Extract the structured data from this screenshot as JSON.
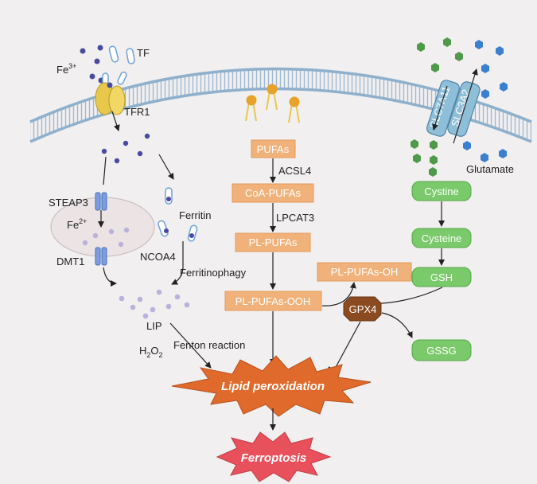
{
  "colors": {
    "background": "#f1eff0",
    "membrane": "#a9c5dc",
    "orange_box": "#f0b27a",
    "green_box": "#7ac96a",
    "gpx4": "#8b4a1f",
    "lipid_burst": "#e06a2b",
    "ferroptosis_burst": "#e8505b",
    "iron_dot": "#4a4aa0",
    "lip_dot": "#b9b3dc",
    "cystine_hex": "#4f9a4a",
    "glutamate_hex": "#3b7fd1"
  },
  "left": {
    "fe3": "Fe",
    "fe3_sup": "3+",
    "tf": "TF",
    "tfr1": "TFR1",
    "steap3": "STEAP3",
    "fe2": "Fe",
    "fe2_sup": "2+",
    "dmt1": "DMT1",
    "ferritin": "Ferritin",
    "ncoa4": "NCOA4",
    "ferritinophagy": "Ferritinophagy",
    "lip": "LIP",
    "h2o2": "H",
    "h2o2_sub1": "2",
    "h2o2_mid": "O",
    "h2o2_sub2": "2",
    "fenton": "Fenton reaction"
  },
  "middle": {
    "pufas": "PUFAs",
    "acsl4": "ACSL4",
    "coa_pufas": "CoA-PUFAs",
    "lpcat3": "LPCAT3",
    "pl_pufas": "PL-PUFAs",
    "pl_pufas_ooh": "PL-PUFAs-OOH",
    "pl_pufas_oh": "PL-PUFAs-OH"
  },
  "right": {
    "slc7a11": "SLC7A11",
    "slc3a2": "SLC3A2",
    "glutamate": "Glutamate",
    "cystine": "Cystine",
    "cysteine": "Cysteine",
    "gsh": "GSH",
    "gpx4": "GPX4",
    "gssg": "GSSG"
  },
  "bottom": {
    "lipid_peroxidation": "Lipid peroxidation",
    "ferroptosis": "Ferroptosis"
  }
}
